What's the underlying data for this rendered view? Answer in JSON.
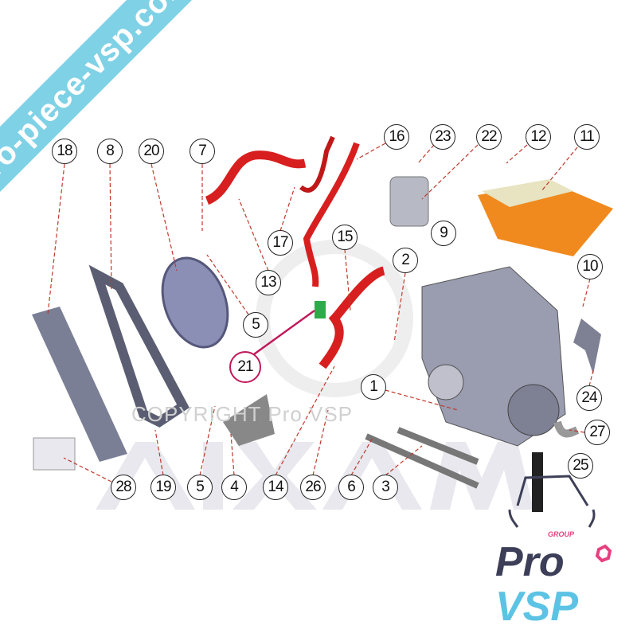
{
  "watermark": {
    "url": "pro-piece-vsp.com",
    "copyright": "COPYRIGHT Pro VSP",
    "brand_bg": "AIXAM"
  },
  "logo": {
    "group": "GROUP",
    "pro": "Pro",
    "vsp": "VSP"
  },
  "colors": {
    "banner": "#7fd1e6",
    "hose": "#d81f1f",
    "leader": "#c0392b",
    "highlight": "#c2185b",
    "engine_cover": "#f08a1e",
    "logo_dark": "#3d3f58",
    "logo_blue": "#5cc3e4"
  },
  "callouts": [
    "18",
    "8",
    "20",
    "7",
    "16",
    "23",
    "22",
    "12",
    "11",
    "17",
    "15",
    "9",
    "2",
    "10",
    "13",
    "5",
    "21",
    "1",
    "24",
    "27",
    "25",
    "28",
    "19",
    "5",
    "4",
    "14",
    "26",
    "6",
    "3"
  ],
  "highlighted_callout": "21"
}
